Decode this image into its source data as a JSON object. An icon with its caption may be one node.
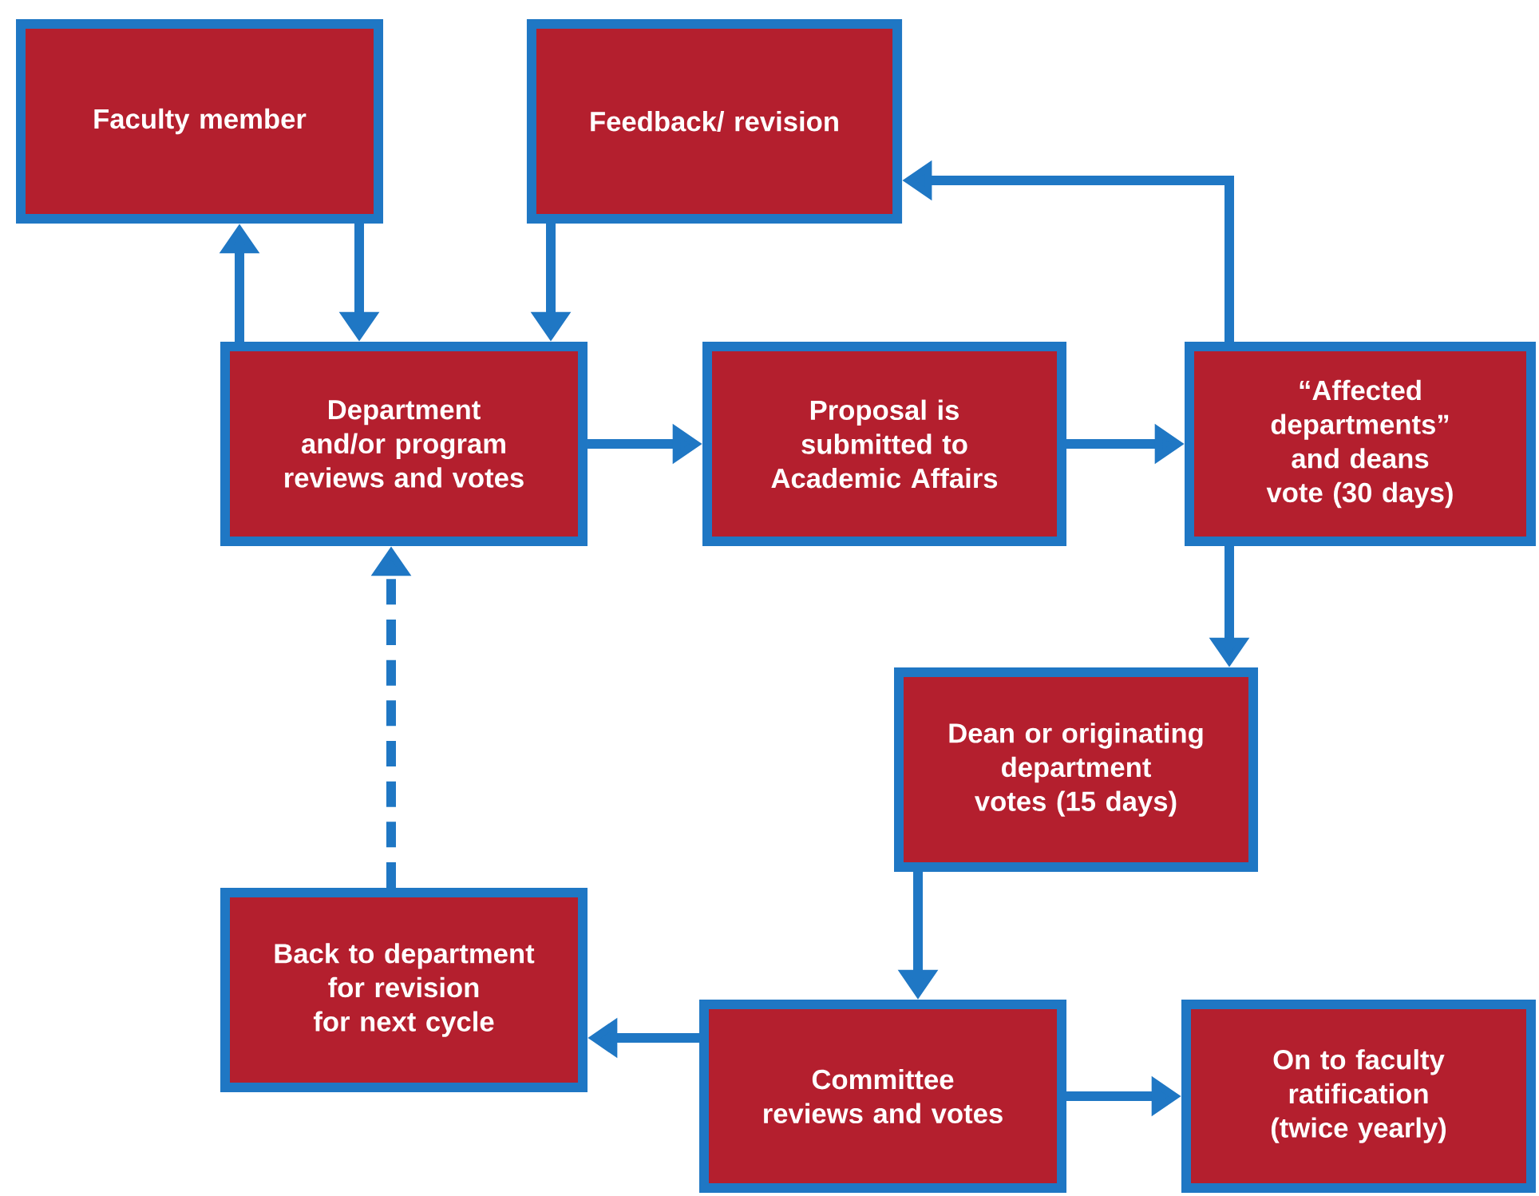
{
  "diagram": {
    "nodes": [
      {
        "text": [
          "Faculty member"
        ]
      },
      {
        "text": [
          "Feedback/ revision"
        ]
      },
      {
        "text": [
          "Department and/or program reviews and votes"
        ]
      },
      {
        "text": [
          "Proposal is submitted to Academic Affairs"
        ]
      },
      {
        "text": [
          "“Affected departments” and deans vote (30 days)"
        ]
      },
      {
        "text": [
          "Dean or originating department votes (15 days)"
        ]
      },
      {
        "text": [
          "Back to department for revision for next cycle"
        ]
      },
      {
        "text": [
          "Committee reviews and votes"
        ]
      },
      {
        "text": [
          "On to faculty ratification (twice yearly)"
        ]
      }
    ],
    "edges": [
      {
        "from": 2,
        "to": 0,
        "arrow": "to"
      },
      {
        "from": 0,
        "to": 2,
        "arrow": "to"
      },
      {
        "from": 1,
        "to": 2,
        "arrow": "to"
      },
      {
        "from": 2,
        "to": 3,
        "arrow": "to"
      },
      {
        "from": 3,
        "to": 4,
        "arrow": "to"
      },
      {
        "from": 4,
        "to": 1,
        "arrow": "to"
      },
      {
        "from": 4,
        "to": 5,
        "arrow": "to"
      },
      {
        "from": 5,
        "to": 7,
        "arrow": "to"
      },
      {
        "from": 7,
        "to": 6,
        "arrow": "to"
      },
      {
        "from": 7,
        "to": 8,
        "arrow": "to"
      },
      {
        "from": 6,
        "to": 2,
        "arrow": "to",
        "style": "dashed"
      }
    ]
  }
}
